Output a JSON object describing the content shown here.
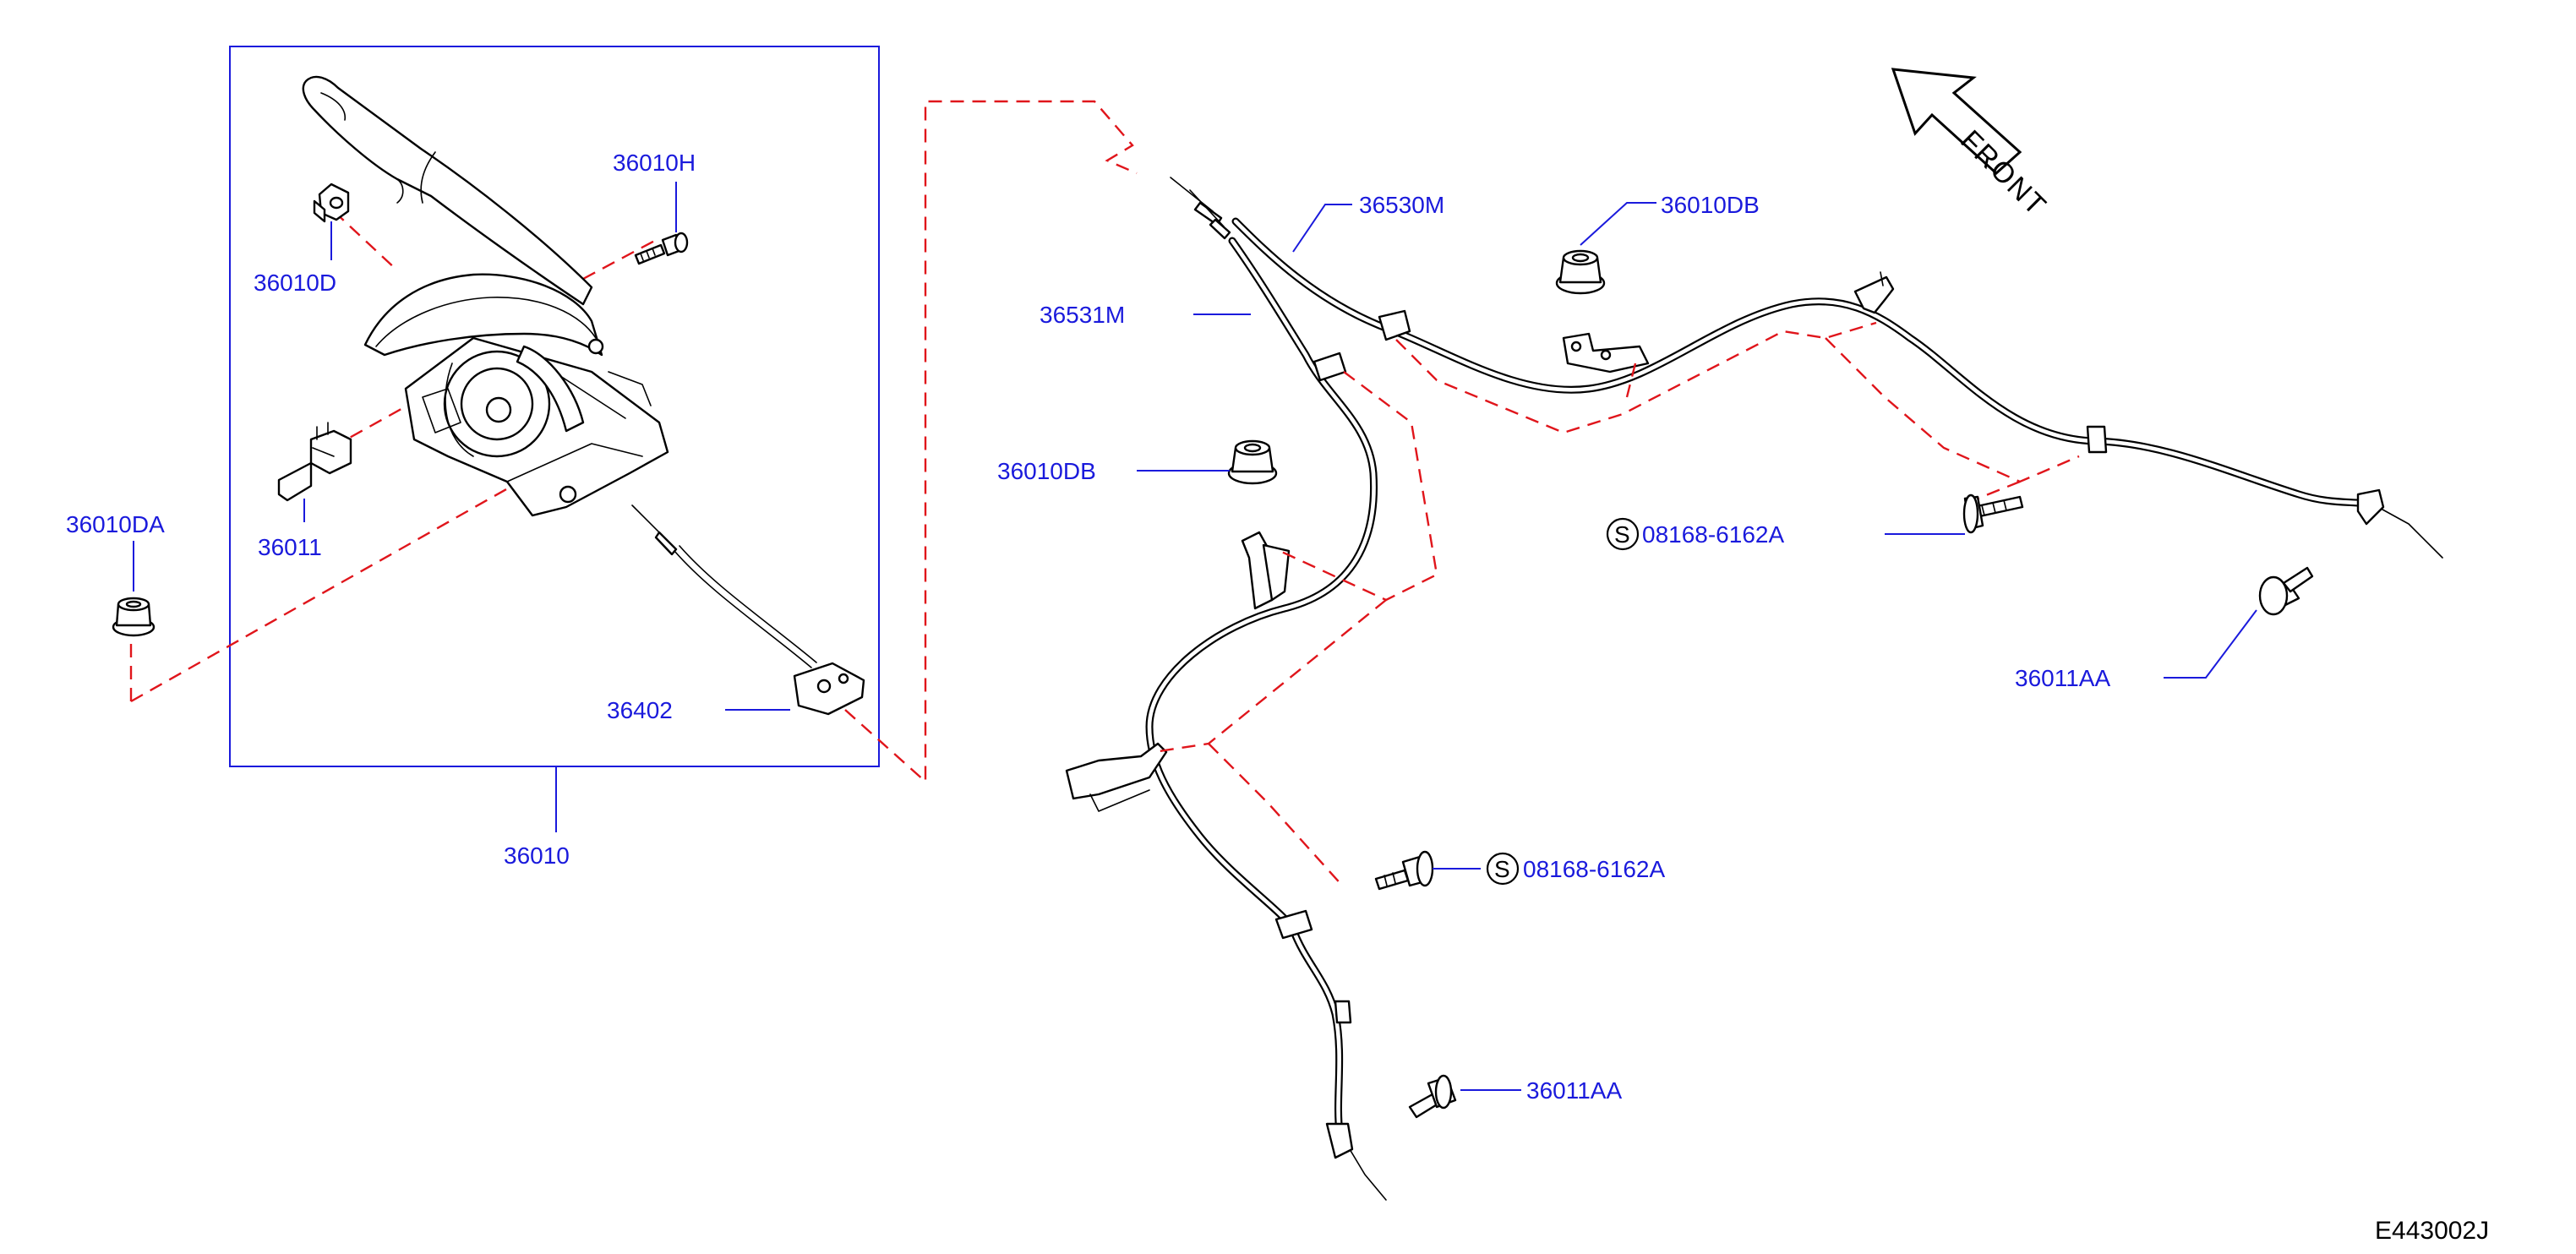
{
  "diagram_code": "E443002J",
  "front_label": "FRONT",
  "parts": {
    "lever_assembly": "36010",
    "bolt_36010H": "36010H",
    "nut_36010D": "36010D",
    "nut_36010DA": "36010DA",
    "switch_36011": "36011",
    "cable_front": "36402",
    "cable_right": "36530M",
    "cable_left": "36531M",
    "nut_36010DB_top": "36010DB",
    "nut_36010DB_mid": "36010DB",
    "bolt_08168_right": "08168-6162A",
    "bolt_08168_lower": "08168-6162A",
    "bolt_36011AA_right": "36011AA",
    "bolt_36011AA_lower": "36011AA"
  },
  "std_part_symbol": "S",
  "colors": {
    "label": "#1a1adc",
    "leader": "#1a1adc",
    "dashed_reference": "#e0151b",
    "linework": "#000000"
  }
}
